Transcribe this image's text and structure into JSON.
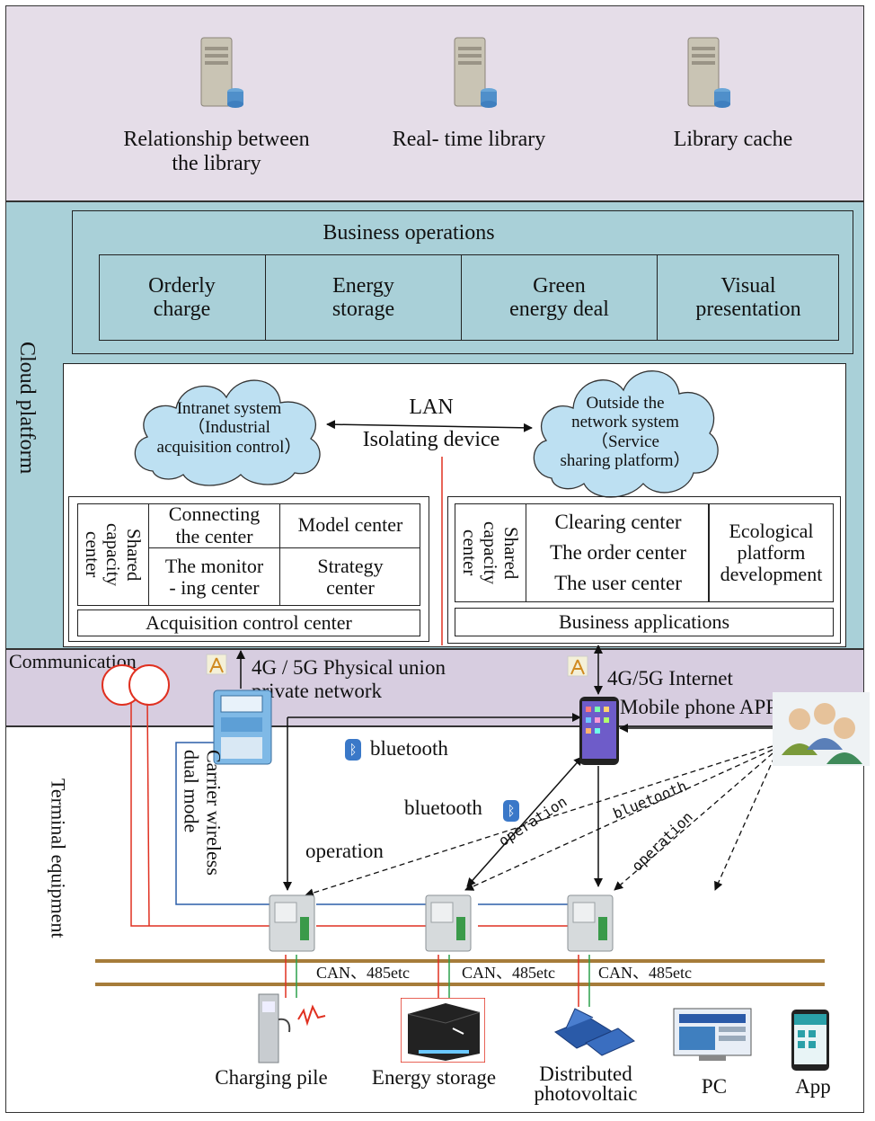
{
  "top": {
    "servers": [
      {
        "label": "Relationship between\nthe library"
      },
      {
        "label": "Real- time library"
      },
      {
        "label": "Library cache"
      }
    ]
  },
  "cloud": {
    "side_label": "Cloud platform",
    "business_operations": {
      "title": "Business operations",
      "items": [
        "Orderly\ncharge",
        "Energy\nstorage",
        "Green\nenergy deal",
        "Visual\npresentation"
      ]
    },
    "intranet_cloud": "Intranet system\n（Industrial\nacquisition control）",
    "outside_cloud": "Outside the\nnetwork system\n（Service\nsharing platform）",
    "lan": "LAN",
    "isolating": "Isolating device",
    "acquisition": {
      "shared": "Shared\ncapacity\ncenter",
      "connecting": "Connecting\nthe center",
      "model": "Model center",
      "monitoring": "The monitor\n- ing center",
      "strategy": "Strategy\ncenter",
      "title": "Acquisition control center"
    },
    "business": {
      "shared": "Shared\ncapacity\ncenter",
      "clearing": "Clearing center",
      "order": "The order center",
      "user": "The user center",
      "ecological": "Ecological\nplatform\ndevelopment",
      "title": "Business applications"
    }
  },
  "communication": {
    "label": "Communication",
    "private_network": "4G / 5G Physical union\nprivate network",
    "internet": "4G/5G Internet",
    "mobile_app": "Mobile phone APP"
  },
  "terminal": {
    "side_label": "Terminal equipment",
    "carrier": "Carrier wireless\ndual mode",
    "bluetooth_1": "bluetooth",
    "bluetooth_2": "bluetooth",
    "operation": "operation",
    "diag_operation_1": "operation",
    "diag_bluetooth": "bluetooth",
    "diag_operation_2": "operation",
    "can_labels": [
      "CAN、485etc",
      "CAN、485etc",
      "CAN、485etc"
    ],
    "devices": [
      "Charging pile",
      "Energy storage",
      "Distributed\nphotovoltaic",
      "PC",
      "App"
    ]
  },
  "colors": {
    "top_bg": "#e5dde8",
    "cloud_bg": "#a9d0d8",
    "comm_bg": "#d7cde0",
    "cloud_bubble": "#bde0f2",
    "red_line": "#e03020",
    "blue_line": "#2b5fa8",
    "green_line": "#2aa04a",
    "bus_line": "#a67c3a"
  }
}
